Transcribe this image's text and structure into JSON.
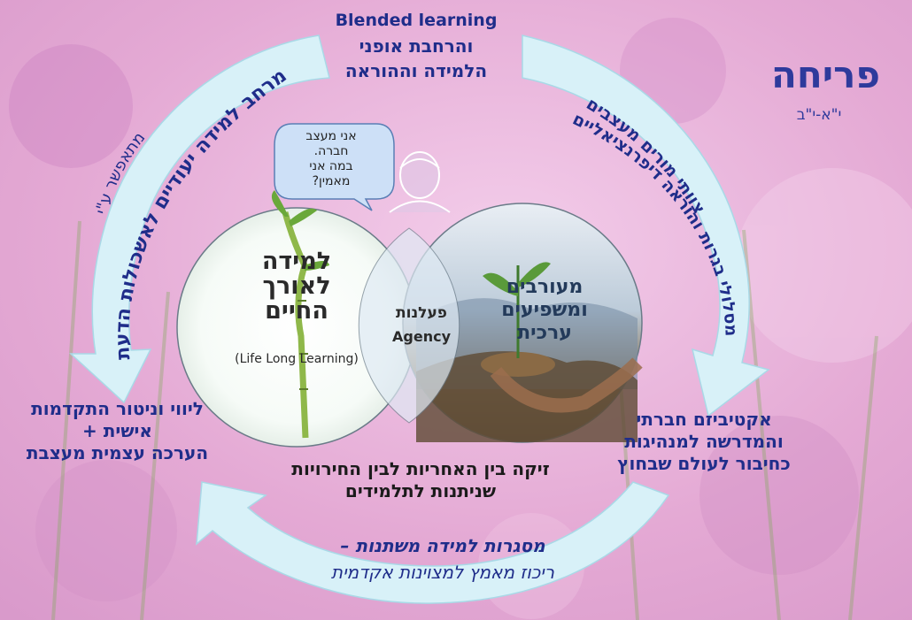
{
  "title": "פריחה",
  "subtitle": "י\"א-י\"ב",
  "top": {
    "line_en": "Blended learning",
    "line_he1": "והרחבת אופני",
    "line_he2": "הלמידה וההוראה"
  },
  "arc_left": {
    "main": "מרחב למידה יעודיים לאשכולות הדעת",
    "side": "מתאפשר ע\"י"
  },
  "arc_right": {
    "line1": "צוותי מורים מעצבים",
    "line2": "מסלולי בגרות והוראה דיפרנציאליים"
  },
  "arc_bottom": {
    "line1": "מסגרות למידה משתנות –",
    "line2": "ריכוז מאמץ למצוינות אקדמית"
  },
  "left_block": {
    "line1": "ליווי וניטור התקדמות",
    "line2": "אישית +",
    "line3": "הערכה עצמית מעצבת"
  },
  "right_block": {
    "line1": "אקטיביזם חברתי",
    "line2": "והמדרשה למנהיגות",
    "line3": "כחיבור לעולם שבחוץ"
  },
  "center_block": {
    "line1": "זיקה בין האחריות לבין החירויות",
    "line2": "שניתנות לתלמידים"
  },
  "bubble": {
    "line1": "אני מעצב",
    "line2": "חברה.",
    "line3": "במה אני",
    "line4": "מאמין?"
  },
  "circle_left": {
    "line1": "למידה",
    "line2": "לאורך",
    "line3": "החיים",
    "en": "(Life Long Learning)"
  },
  "circle_overlap": {
    "he": "פעלנות",
    "en": "Agency"
  },
  "circle_right": {
    "line1": "מעורבים",
    "line2": "ומשפיעים",
    "line3": "ערכית"
  },
  "colors": {
    "accent_navy": "#1f2d8a",
    "title_blue": "#2e3a9c",
    "arc_fill": "#d8f1f8",
    "background_pink": "#e7b3d8"
  }
}
